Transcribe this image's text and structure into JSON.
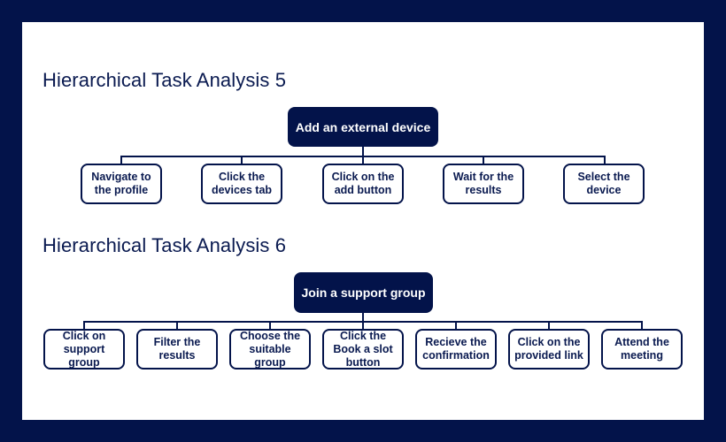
{
  "diagrams": [
    {
      "title": "Hierarchical Task Analysis 5",
      "root": "Add an external device",
      "children": [
        "Navigate to the profile",
        "Click the devices tab",
        "Click on the add button",
        "Wait for the results",
        "Select the device"
      ]
    },
    {
      "title": "Hierarchical Task Analysis 6",
      "root": "Join a support group",
      "children": [
        "Click on support group",
        "Filter the results",
        "Choose the suitable group",
        "Click the Book a slot button",
        "Recieve the confirmation",
        "Click on the provided link",
        "Attend the meeting"
      ]
    }
  ],
  "colors": {
    "background": "#03134a",
    "panel": "#ffffff",
    "node_fill": "#03134a",
    "node_border": "#03134a",
    "text_dark": "#0a1a50"
  }
}
